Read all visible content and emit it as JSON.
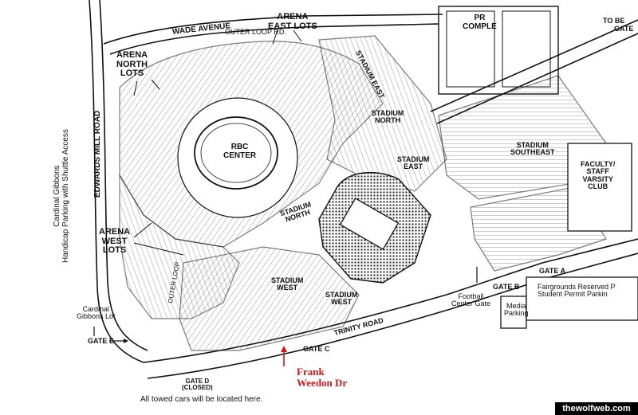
{
  "map": {
    "roads": {
      "wade_avenue": "WADE AVENUE",
      "outer_loop_rd": "OUTER LOOP RD.",
      "edwards_mill_road": "EDWARDS MILL ROAD",
      "trinity_road": "TRINITY ROAD",
      "outer_loop_side": "OUTER LOOP",
      "to_belt": "TO BE",
      "gate_top_right": "GATE"
    },
    "lots": {
      "arena_east": "ARENA\nEAST LOTS",
      "arena_north": "ARENA\nNORTH\nLOTS",
      "arena_west": "ARENA\nWEST\nLOTS",
      "stadium_east_top": "STADIUM EAST",
      "stadium_north_upper": "STADIUM\nNORTH",
      "stadium_east": "STADIUM\nEAST",
      "stadium_southeast": "STADIUM\nSOUTHEAST",
      "faculty_staff": "FACULTY/\nSTAFF\nVARSITY\nCLUB",
      "stadium_north_lower": "STADIUM\nNORTH",
      "stadium_west_upper": "STADIUM\nWEST",
      "stadium_west_lower": "STADIUM\nWEST",
      "media_parking": "Media\nParking",
      "fairgrounds": "Fairgrounds Reserved P\nStudent Permit Parkin",
      "pr_comple": "PR\nCOMPLE",
      "cardinal_gibbons_lot": "Cardinal\nGibbons Lot"
    },
    "venue": {
      "rbc_center": "RBC\nCENTER"
    },
    "gates": {
      "gate_a": "GATE A",
      "gate_b": "GATE B",
      "gate_c": "GATE C",
      "gate_d": "GATE D\n(CLOSED)",
      "gate_e": "GATE E",
      "football_center_gate": "Football\nCenter Gate"
    },
    "notes": {
      "handicap": "Cardinal Gibbons\nHandicap Parking with Shuttle Access",
      "towed": "All towed cars will be located here.",
      "street_annotation": "Frank\nWeedon Dr"
    },
    "watermark": "thewolfweb.com",
    "colors": {
      "line": "#1a1a1a",
      "annotation_red": "#d01818",
      "watermark_bg": "#000000"
    }
  }
}
